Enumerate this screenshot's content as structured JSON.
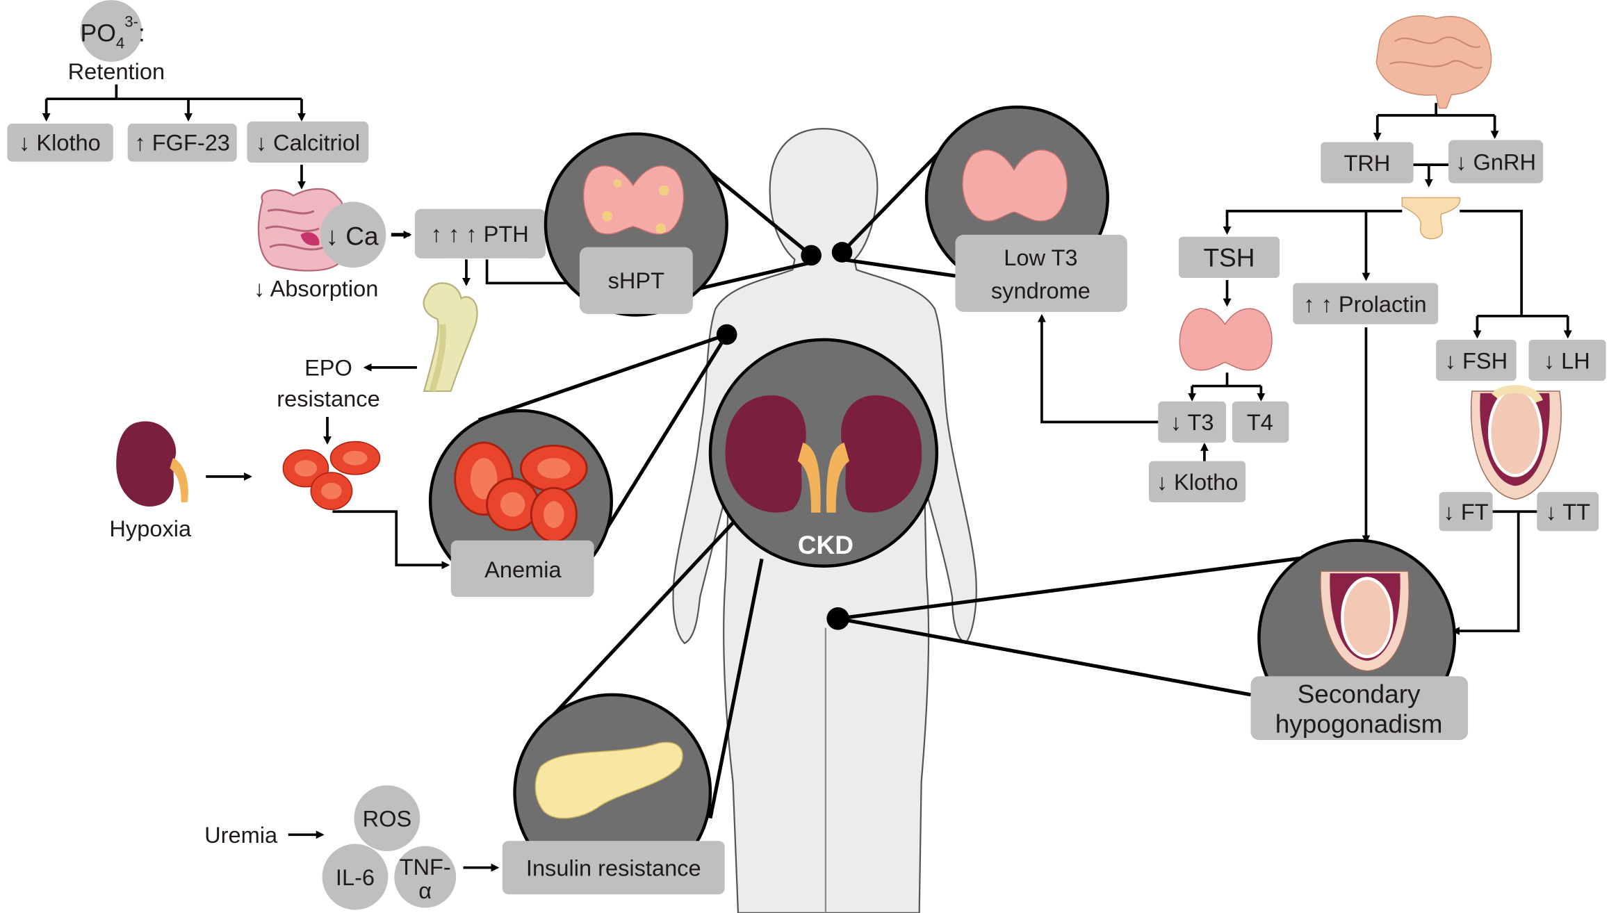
{
  "phosphate": {
    "base": "PO",
    "sub": "4",
    "sup": "3-",
    "suffix": ":",
    "caption": "Retention"
  },
  "mineral": {
    "klotho": "↓ Klotho",
    "fgf23": "↑ FGF-23",
    "calcitriol": "↓ Calcitriol",
    "calcium": "↓ Ca",
    "absorption": "↓ Absorption",
    "pth": "↑ ↑ ↑ PTH",
    "shpt": "sHPT"
  },
  "anemia": {
    "epo_line1": "EPO",
    "epo_line2": "resistance",
    "hypoxia": "Hypoxia",
    "label": "Anemia"
  },
  "center": {
    "ckd": "CKD"
  },
  "thyroid": {
    "low_t3_line1": "Low T3",
    "low_t3_line2": "syndrome",
    "tsh": "TSH",
    "t3": "↓ T3",
    "t4": "T4",
    "klotho": "↓ Klotho"
  },
  "gonadal": {
    "trh": "TRH",
    "gnrh": "↓ GnRH",
    "prolactin": "↑ ↑ Prolactin",
    "fsh": "↓ FSH",
    "lh": "↓ LH",
    "ft": "↓ FT",
    "tt": "↓ TT",
    "hypogonadism_line1": "Secondary",
    "hypogonadism_line2": "hypogonadism"
  },
  "insulin": {
    "uremia": "Uremia",
    "ros": "ROS",
    "il6": "IL-6",
    "tnf_line1": "TNF-",
    "tnf_line2": "α",
    "label": "Insulin resistance"
  },
  "colors": {
    "box": "#bfbfbf",
    "zoom_circle": "#6f6f6f",
    "body": "#ececec",
    "kidney": "#7b1f3f"
  }
}
